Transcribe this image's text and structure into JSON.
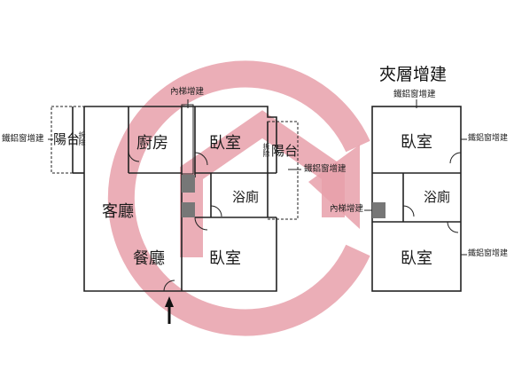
{
  "plan_left": {
    "rooms": {
      "balcony_west": "陽台",
      "kitchen": "廚房",
      "bedroom_north": "臥室",
      "balcony_east": "陽台",
      "bathroom": "浴廁",
      "living_room": "客廳",
      "dining_room": "餐廳",
      "bedroom_south": "臥室"
    },
    "notes": {
      "internal_stair": "內梯增建",
      "window_west": "鐵鋁窗增建",
      "window_east": "鐵鋁窗增建",
      "west_vertical": "拆除",
      "east_vertical": "拆除"
    }
  },
  "plan_right": {
    "title": "夾層增建",
    "rooms": {
      "bedroom_top": "臥室",
      "bathroom": "浴廁",
      "bedroom_bottom": "臥室"
    },
    "notes": {
      "window_top": "鐵鋁窗增建",
      "window_right_top": "鐵鋁窗增建",
      "window_right_bottom": "鐵鋁窗增建",
      "internal_stair": "內梯增建"
    }
  },
  "colors": {
    "watermark": "#e8a0aa",
    "wall": "#222222",
    "stair_fill": "#777777"
  },
  "icons": {
    "entrance": "entrance-arrow-icon",
    "watermark": "logo-watermark-icon"
  }
}
